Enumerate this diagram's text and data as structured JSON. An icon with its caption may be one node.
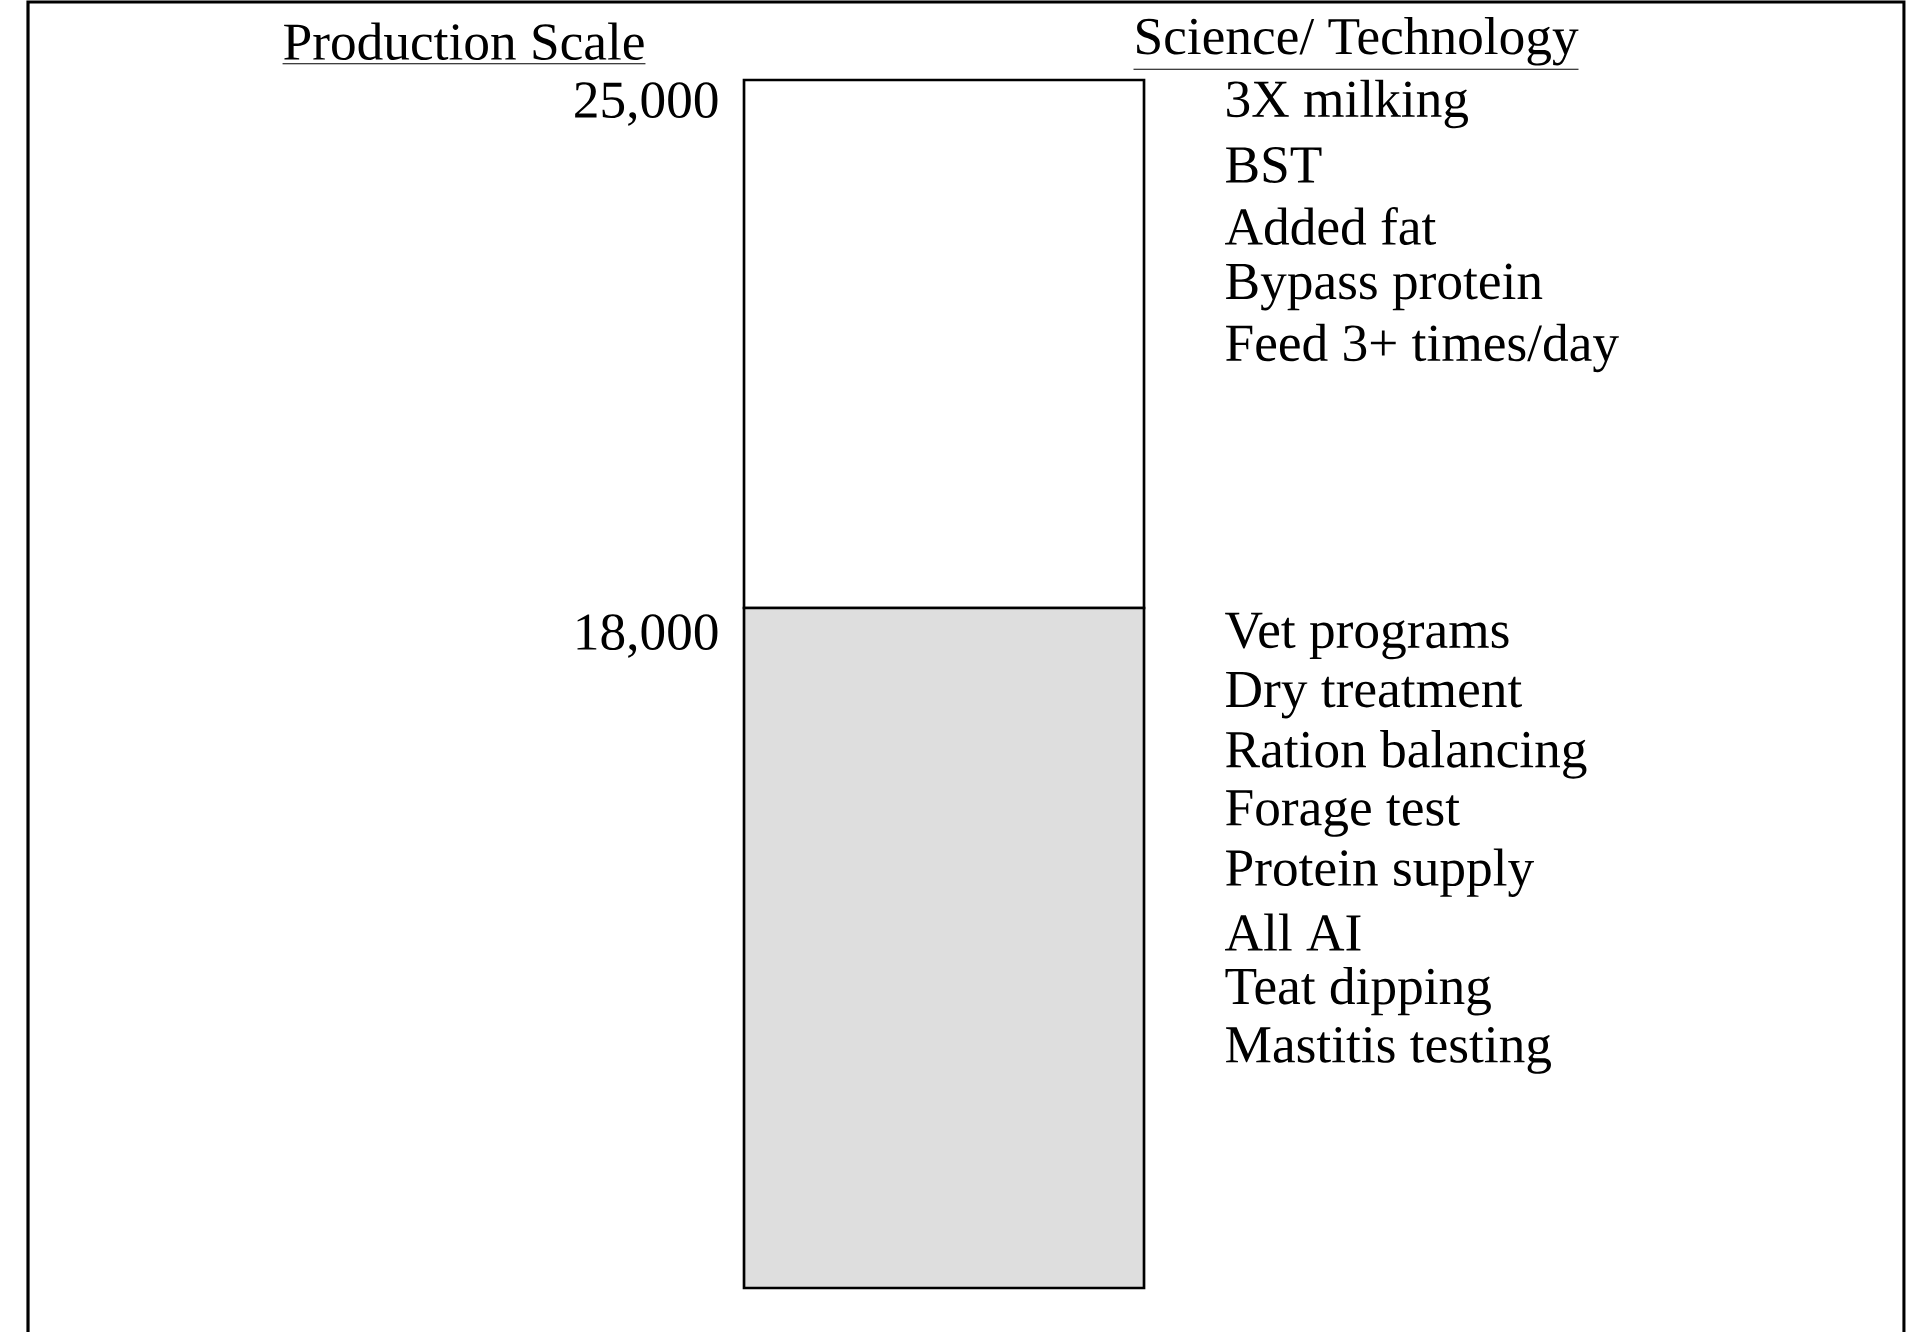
{
  "diagram": {
    "nodes": [
      {
        "text": [],
        "shape": "box"
      },
      {
        "text": [],
        "shape": "box"
      }
    ],
    "edges": [],
    "labels": [
      "Production Scale",
      "Science/ Technology",
      "25,000",
      "3X milking",
      "BST",
      "Added fat",
      "Bypass protein",
      "Feed 3+ times/day",
      "18,000",
      "Vet programs",
      "Dry treatment",
      "Ration balancing",
      "Forage test",
      "Protein supply",
      "All AI",
      "Teat dipping",
      "Mastitis testing"
    ]
  }
}
